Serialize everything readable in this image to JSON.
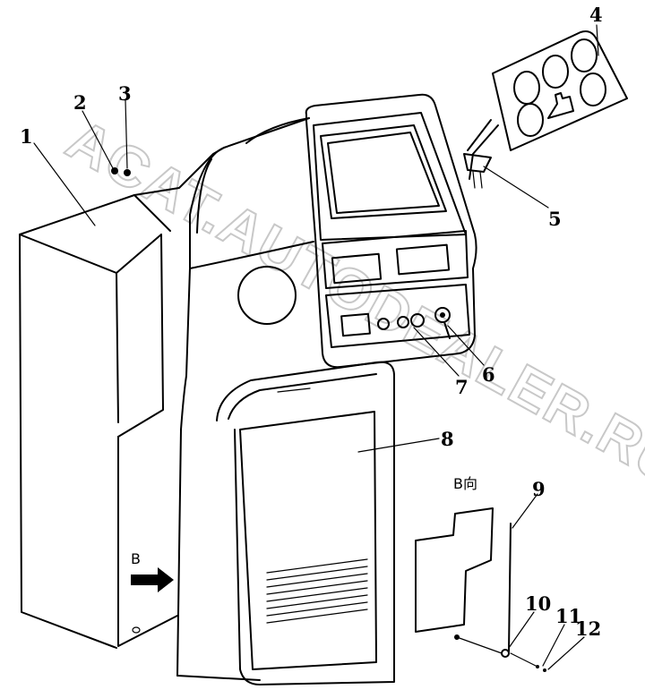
{
  "watermark": "ACAT.AUTODEALER.RU",
  "callouts": [
    "1",
    "2",
    "3",
    "4",
    "5",
    "6",
    "7",
    "8",
    "9",
    "10",
    "11",
    "12"
  ],
  "view_label": "B",
  "view_title": "B向"
}
